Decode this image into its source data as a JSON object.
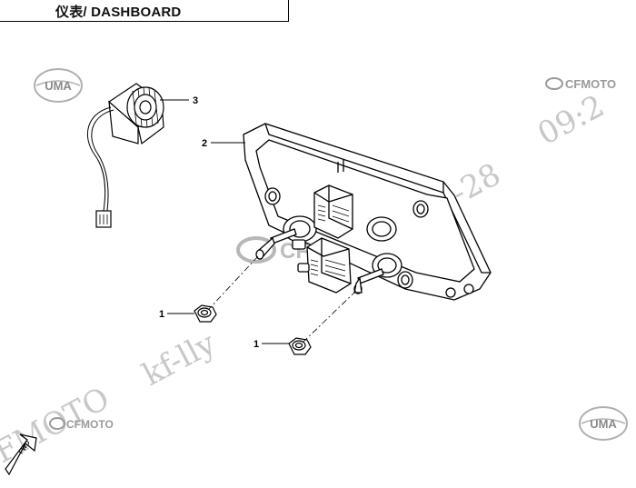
{
  "header": {
    "title": "仪表/ DASHBOARD"
  },
  "callouts": [
    {
      "id": "cap",
      "label": "3"
    },
    {
      "id": "dashboard",
      "label": "2"
    },
    {
      "id": "nut-left",
      "label": "1"
    },
    {
      "id": "nut-right",
      "label": "1"
    }
  ],
  "logos": {
    "uma": "UMA",
    "cfmoto": "CFMOTO",
    "fwd": "FWD"
  },
  "watermark": {
    "date": "-28",
    "time": "09:2",
    "user": "kf-lly",
    "brand": "FMOTO"
  },
  "colors": {
    "line": "#000000",
    "watermark": "#c8c8c8",
    "logo_grey": "#9a9a9a"
  }
}
